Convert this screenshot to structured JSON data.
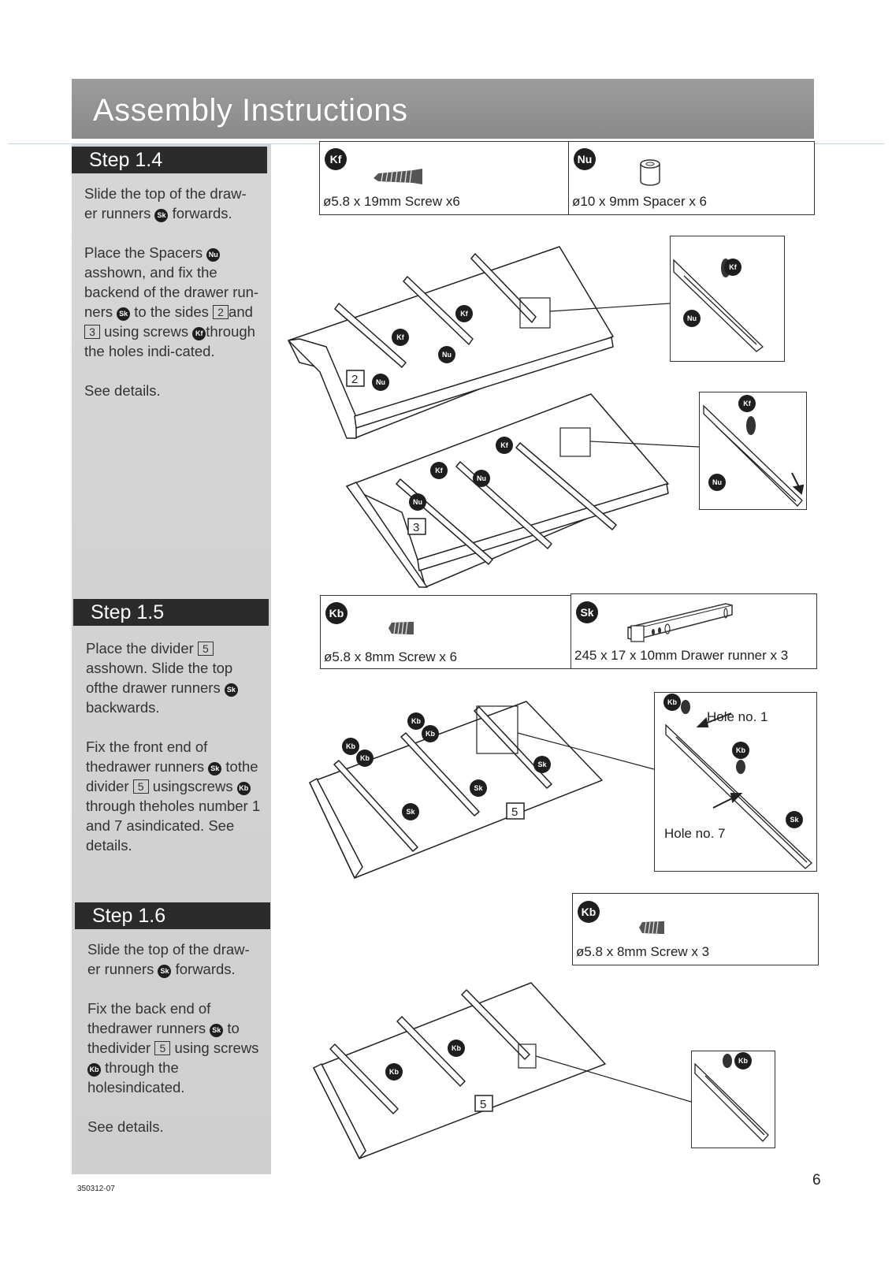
{
  "header": {
    "title": "Assembly Instructions"
  },
  "steps": [
    {
      "title": "Step 1.4",
      "paragraphs": [
        [
          "Slide the top of the draw-",
          "er runners ",
          {
            "icon": "Sk"
          },
          " forwards."
        ],
        [
          "Place the Spacers ",
          {
            "icon": "Nu"
          },
          " as",
          "shown, and fix the back",
          "end of the drawer run-",
          "ners ",
          {
            "icon": "Sk"
          },
          " to the sides ",
          {
            "part": "2"
          },
          "and ",
          {
            "part": "3"
          },
          " using screws ",
          {
            "icon": "Kf"
          },
          "through the holes indi-",
          "cated."
        ],
        [
          "See details."
        ]
      ]
    },
    {
      "title": "Step 1.5",
      "paragraphs": [
        [
          "Place the divider ",
          {
            "part": "5"
          },
          " as",
          "shown. Slide the top of",
          "the drawer runners ",
          {
            "icon": "Sk"
          },
          "backwards."
        ],
        [
          "Fix the front end of the",
          "drawer runners ",
          {
            "icon": "Sk"
          },
          " to",
          "the divider ",
          {
            "part": "5"
          },
          " using",
          "screws ",
          {
            "icon": "Kb"
          },
          " through the",
          "holes number 1 and 7 as",
          "indicated. See details."
        ]
      ]
    },
    {
      "title": "Step 1.6",
      "paragraphs": [
        [
          "Slide the top of the draw-",
          "er runners ",
          {
            "icon": "Sk"
          },
          " forwards."
        ],
        [
          "Fix the back end of the",
          "drawer runners ",
          {
            "icon": "Sk"
          },
          " to the",
          "divider ",
          {
            "part": "5"
          },
          " using screws",
          {
            "icon": "Kb"
          },
          " through the holes",
          "indicated."
        ],
        [
          "See details."
        ]
      ]
    }
  ],
  "parts": {
    "kf": {
      "code": "Kf",
      "label": "ø5.8 x 19mm Screw x6"
    },
    "nu": {
      "code": "Nu",
      "label": "ø10 x 9mm Spacer x 6"
    },
    "kb": {
      "code": "Kb",
      "label": "ø5.8 x 8mm Screw x 6"
    },
    "sk": {
      "code": "Sk",
      "label": "245 x 17    x 10mm Drawer runner x 3"
    },
    "kb2": {
      "code": "Kb",
      "label": "ø5.8 x 8mm Screw x 3"
    }
  },
  "callouts": {
    "part2": "2",
    "part3": "3",
    "part5": "5",
    "hole1": "Hole no. 1",
    "hole7": "Hole no. 7",
    "kf": "Kf",
    "nu": "Nu",
    "kb": "Kb",
    "sk": "Sk"
  },
  "footer": {
    "code": "350312-07",
    "page": "6"
  }
}
